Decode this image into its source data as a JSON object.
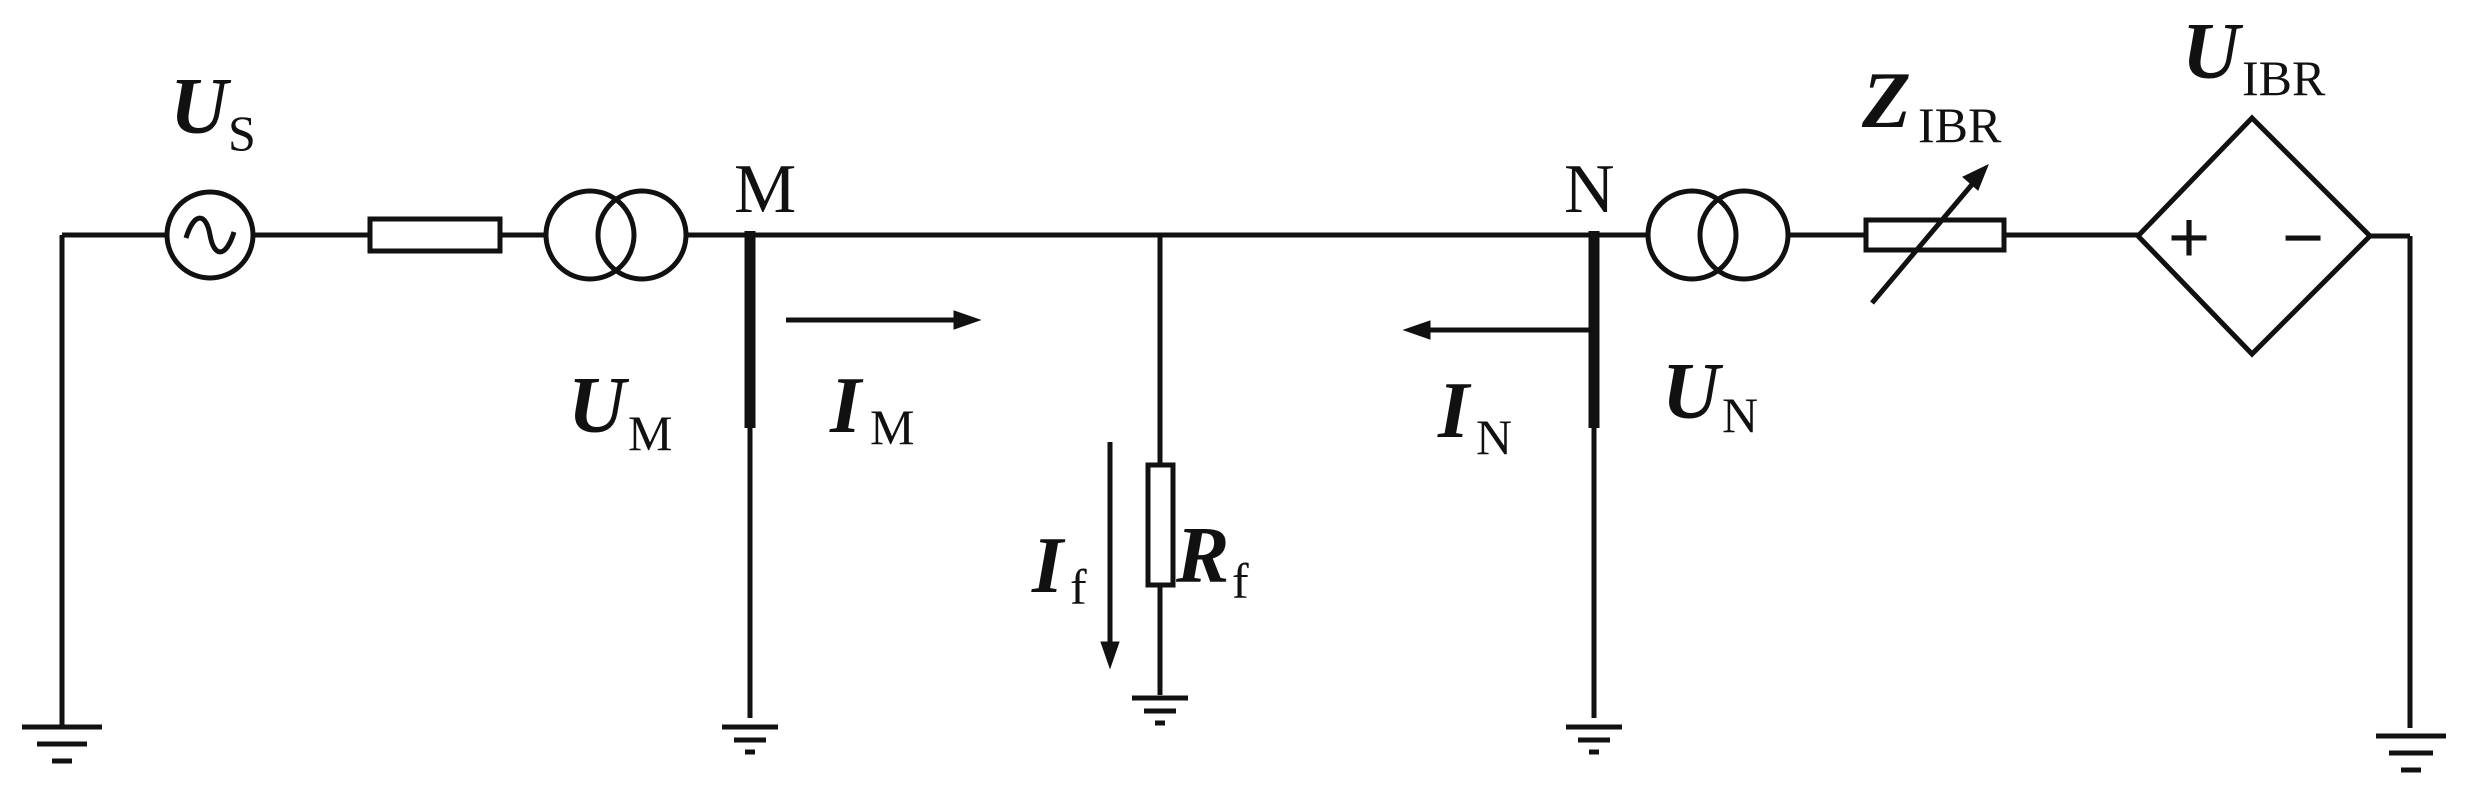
{
  "labels": {
    "us_main": "U",
    "us_sub": "S",
    "um_main": "U",
    "um_sub": "M",
    "im_main": "I",
    "im_sub": "M",
    "if_main": "I",
    "if_sub": "f",
    "rf_main": "R",
    "rf_sub": "f",
    "in_main": "I",
    "in_sub": "N",
    "un_main": "U",
    "un_sub": "N",
    "zibr_main": "Z",
    "zibr_sub": "IBR",
    "uibr_main": "U",
    "uibr_sub": "IBR",
    "bus_m": "M",
    "bus_n": "N",
    "plus": "+",
    "minus": "−"
  },
  "icons": [
    "ac-source-icon",
    "transformer-icon",
    "resistor-icon",
    "variable-impedance-icon",
    "dependent-voltage-source-icon",
    "ground-icon",
    "arrow-icon"
  ]
}
